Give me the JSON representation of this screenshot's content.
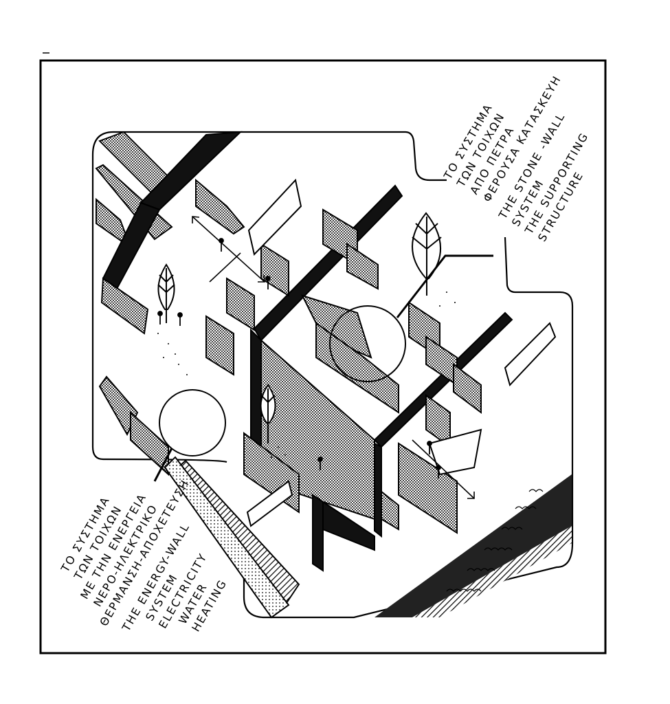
{
  "labels": {
    "stone_wall": [
      "ΤΟ ΣΥΣΤΗΜΑ",
      "ΤΩΝ ΤΟΙΧΩΝ",
      "ΑΠΟ ΠΕΤΡΑ",
      "ΦΕΡΟΥΣΑ ΚΑΤΑΣΚΕΥΗ",
      "THE STONE -WALL",
      "SYSTEM",
      "THE SUPPORTING",
      "STRUCTURE"
    ],
    "energy_wall": [
      "ΤΟ ΣΥΣΤΗΜΑ",
      "ΤΩΝ ΤΟΙΧΩΝ",
      "ΜΕ ΤΗΝ ΕΝΕΡΓΕΙΑ",
      "ΝΕΡΟ-ΗΛΕΚΤΡΙΚΟ",
      "ΘΕΡΜΑΝΣΗ-ΑΠΟΧΕΤΕΥΣΗ",
      "THE ENERGY-WALL",
      "SYSTEM",
      "ELECTRICITY",
      "WATER",
      "HEATING"
    ]
  }
}
